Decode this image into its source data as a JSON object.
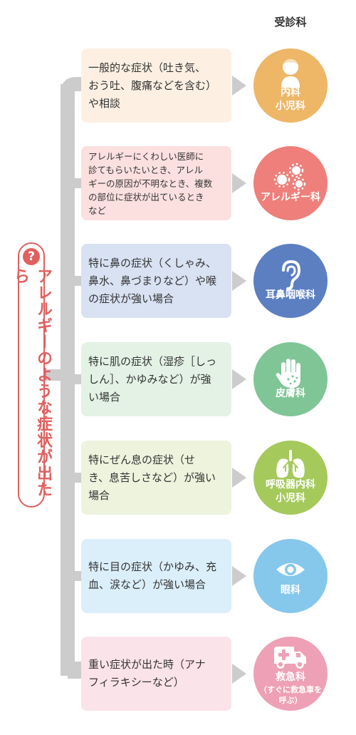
{
  "header": "受診科",
  "left_label": {
    "icon": "?",
    "text": "アレルギーのような症状が出たら"
  },
  "rows": [
    {
      "lines": [
        "一般的な症状（吐き気、",
        "おう吐、腹痛などを含む）",
        "や相談"
      ],
      "dept_lines": [
        "内科",
        "小児科"
      ],
      "sub": "",
      "icon": "child-icon",
      "box_color": "#fdf0e3",
      "circle_color": "#eeb667"
    },
    {
      "lines": [
        "アレルギーにくわしい医師に",
        "診てもらいたいとき、アレル",
        "ギーの原因が不明なとき、複数",
        "の部位に症状が出ているとき",
        "など"
      ],
      "dept_lines": [
        "アレルギー科"
      ],
      "sub": "",
      "icon": "virus-icon",
      "box_color": "#fbe0df",
      "circle_color": "#ee7f7a"
    },
    {
      "lines": [
        "特に鼻の症状（くしゃみ、",
        "鼻水、鼻づまりなど）や喉",
        "の症状が強い場合"
      ],
      "dept_lines": [
        "耳鼻咽喉科"
      ],
      "sub": "",
      "icon": "ear-icon",
      "box_color": "#d9e2f3",
      "circle_color": "#5b7fc1"
    },
    {
      "lines": [
        "特に肌の症状（湿疹［しっ",
        "しん］、かゆみなど）が強",
        "い場合"
      ],
      "dept_lines": [
        "皮膚科"
      ],
      "sub": "",
      "icon": "hand-icon",
      "box_color": "#e3f2e5",
      "circle_color": "#7fc596"
    },
    {
      "lines": [
        "特にぜん息の症状（せ",
        "き、息苦しさなど）が強い",
        "場合"
      ],
      "dept_lines": [
        "呼吸器内科",
        "小児科"
      ],
      "sub": "",
      "icon": "lungs-icon",
      "box_color": "#edf3dd",
      "circle_color": "#a5c95b"
    },
    {
      "lines": [
        "特に目の症状（かゆみ、充",
        "血、涙など）が強い場合"
      ],
      "dept_lines": [
        "眼科"
      ],
      "sub": "",
      "icon": "eye-icon",
      "box_color": "#dbeffa",
      "circle_color": "#86c7ec"
    },
    {
      "lines": [
        "重い症状が出た時（アナ",
        "フィラキシーなど）"
      ],
      "dept_lines": [
        "救急科"
      ],
      "sub": "（すぐに救急車を呼ぶ）",
      "icon": "ambulance-icon",
      "box_color": "#fbe3ea",
      "circle_color": "#eea0b6"
    }
  ]
}
